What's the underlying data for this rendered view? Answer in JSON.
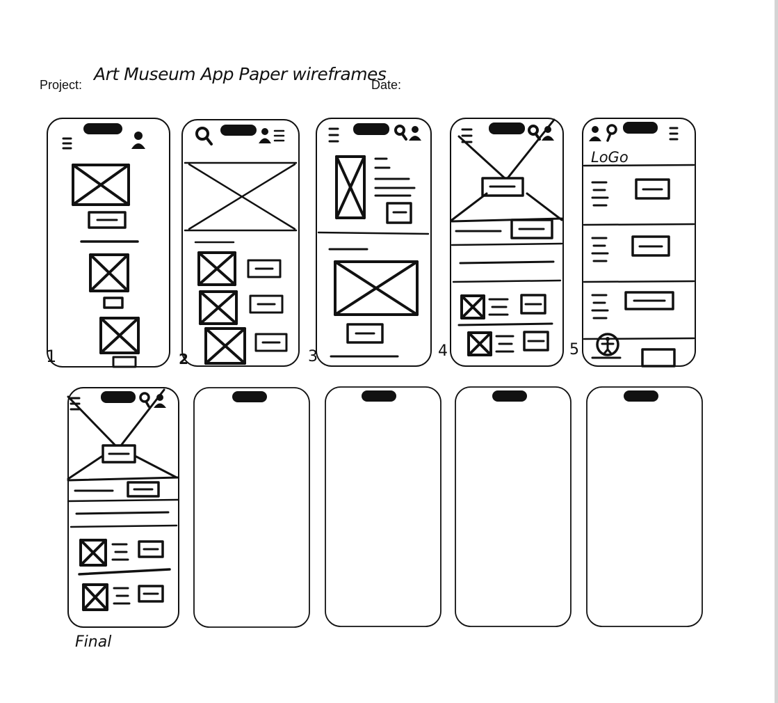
{
  "header": {
    "project_label": "Project:",
    "project_value": "Art Museum App  Paper wireframes",
    "date_label": "Date:"
  },
  "frame_numbers": [
    "1",
    "2",
    "3",
    "4",
    "5"
  ],
  "final_label": "Final",
  "frames_total": 10,
  "frames_sketched": 6,
  "frames_blank": 4,
  "colors": {
    "ink": "#111111",
    "paper": "#ffffff",
    "frame": "#222222"
  },
  "icons": [
    "hamburger-menu-icon",
    "search-icon",
    "profile-icon",
    "location-pin-icon",
    "accessibility-icon",
    "image-placeholder-icon",
    "button-placeholder-icon",
    "text-lines-icon"
  ]
}
